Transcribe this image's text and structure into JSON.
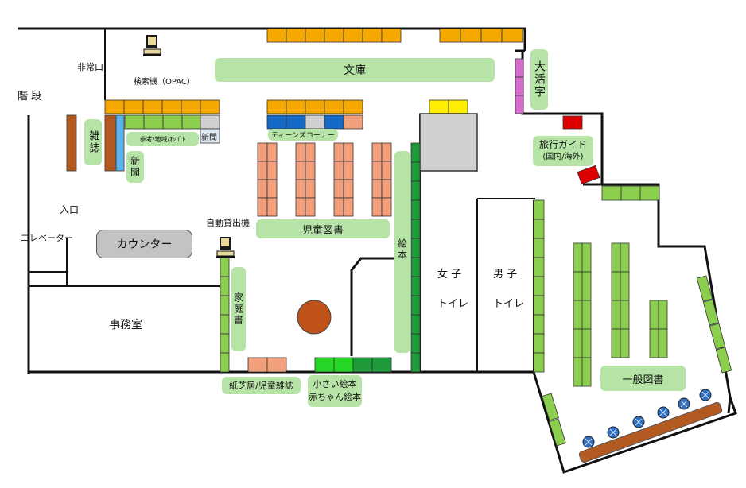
{
  "labels": {
    "bunko": "文庫",
    "emergency_exit": "非常口",
    "opac": "検索機（OPAC）",
    "stairs": "階 段",
    "large_print": "大活字",
    "magazines": "雑誌",
    "reference": "参考/地域/ｵｼｺﾞﾄ",
    "newspaper_shelf": "新聞",
    "newspaper": "新聞",
    "teens_corner": "ティーンズコーナー",
    "travel_guide": "旅行ガイド",
    "travel_guide_sub": "(国内/海外)",
    "entrance": "入口",
    "elevator": "エレベーター",
    "counter": "カウンター",
    "self_checkout": "自動貸出機",
    "children_books": "児童図書",
    "picture_books": "絵本",
    "women_toilet": "女 子",
    "women_toilet_sub": "トイレ",
    "men_toilet": "男 子",
    "men_toilet_sub": "トイレ",
    "office": "事務室",
    "home_books": "家庭書",
    "kamishibai": "紙芝居/児童雑誌",
    "small_books_1": "小さい絵本",
    "small_books_2": "赤ちゃん絵本",
    "general_books": "一般図書"
  },
  "colors": {
    "wall": "#111111",
    "label_bg": "#b6e3a6",
    "orange_shelf": "#f5a800",
    "yellow_shelf": "#ffee00",
    "salmon_shelf": "#f2a07c",
    "green_shelf": "#8ccf4e",
    "dark_green_shelf": "#1f9a3a",
    "bright_green_shelf": "#26d626",
    "blue_shelf": "#1468c6",
    "light_blue_shelf": "#5ab4ef",
    "brown_shelf": "#b35a22",
    "purple_shelf": "#d86ccc",
    "red_shelf": "#dd0000",
    "gray_shelf": "#d0d0d0",
    "round_table": "#c0531a",
    "counter_bg": "#c3c3c3"
  },
  "icons": [
    "computer-icon",
    "chair-icon"
  ]
}
